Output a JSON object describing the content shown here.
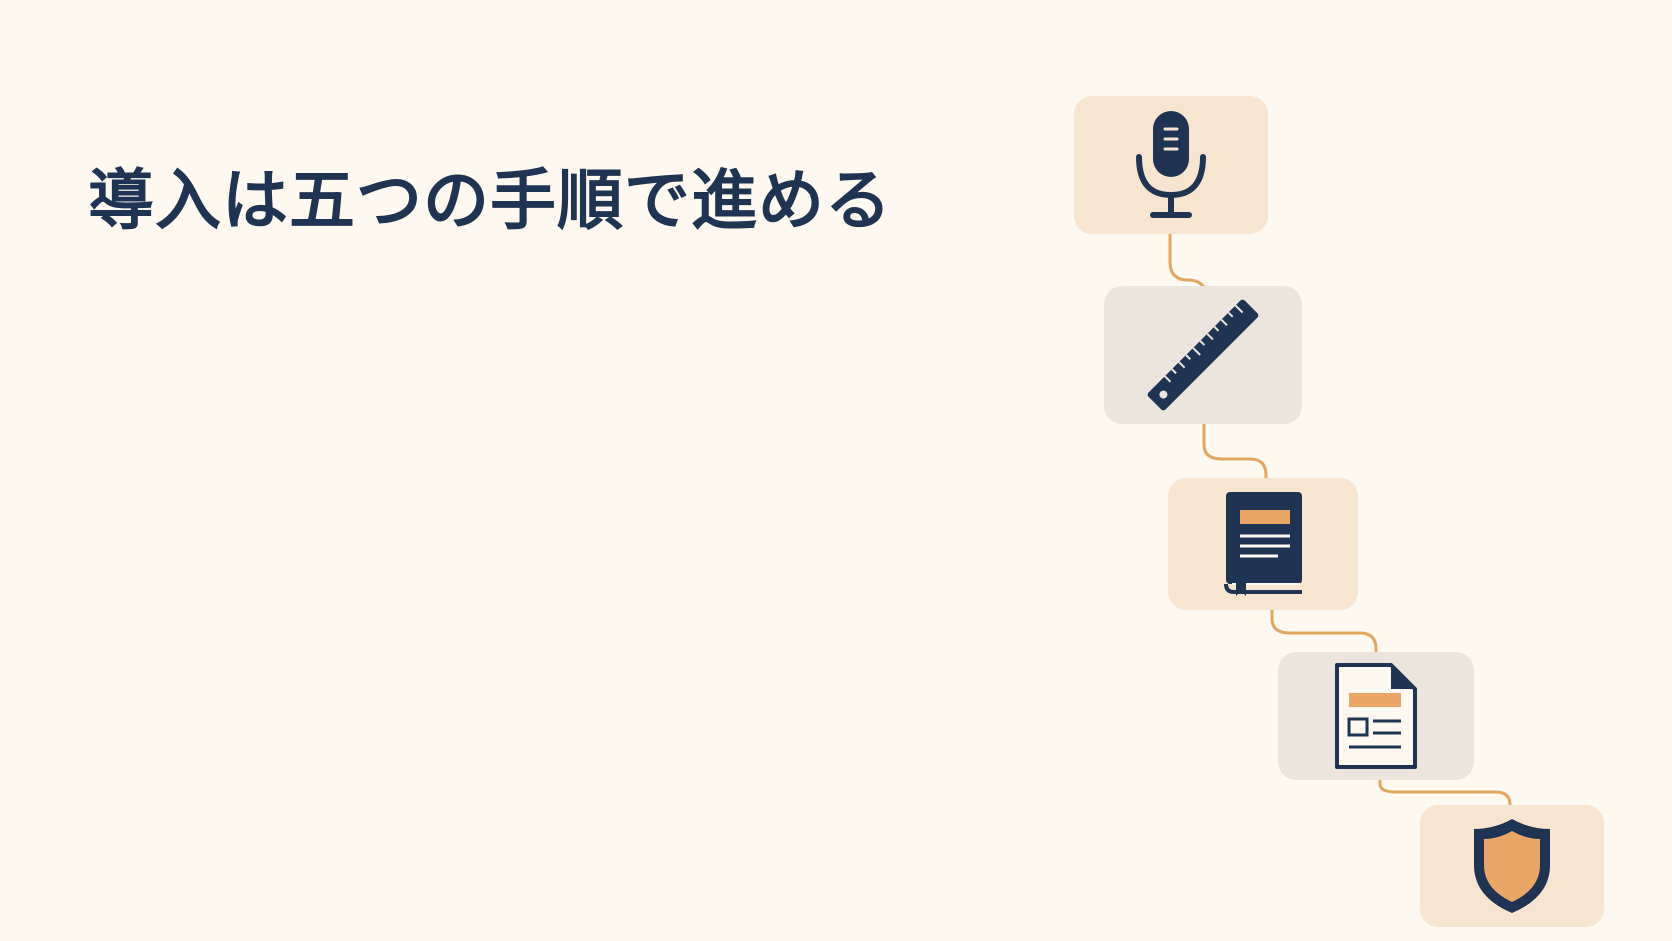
{
  "title": "導入は五つの手順で進める",
  "colors": {
    "background": "#fdf9f1",
    "navy": "#1f3453",
    "accent_orange": "#e9a664",
    "card_peach": "#f8e5d0",
    "card_grey": "#ebe5de",
    "connector": "#e2a65e"
  },
  "steps": [
    {
      "icon": "microphone-icon",
      "card": "peach"
    },
    {
      "icon": "ruler-icon",
      "card": "grey"
    },
    {
      "icon": "book-icon",
      "card": "peach"
    },
    {
      "icon": "document-icon",
      "card": "grey"
    },
    {
      "icon": "shield-icon",
      "card": "peach"
    }
  ]
}
